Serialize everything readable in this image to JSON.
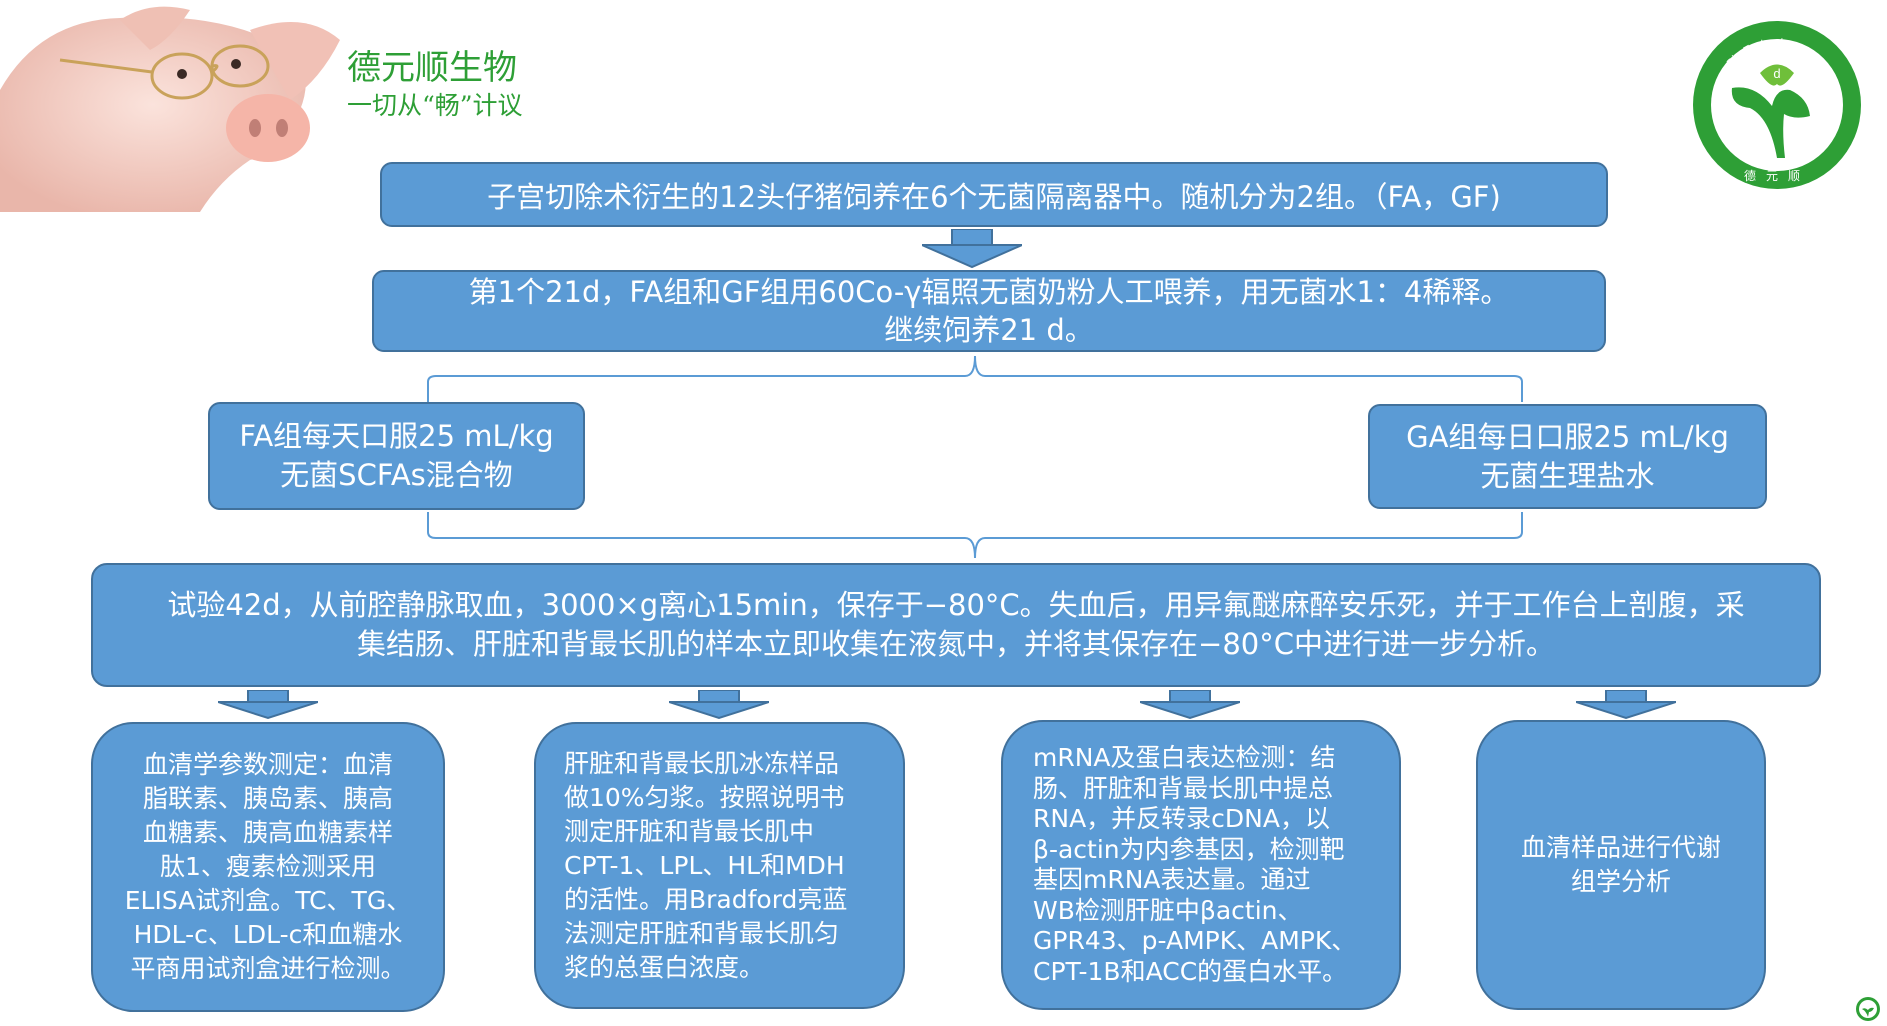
{
  "brand": {
    "name": "德元顺生物",
    "slogan": "一切从“畅”计议",
    "logo_ring_text": "Bio-Technology",
    "logo_bottom_text": "德元顺",
    "logo_letter": "d"
  },
  "colors": {
    "box_fill": "#5b9bd5",
    "box_border": "#41719c",
    "brand_green": "#2e9f36"
  },
  "flow": {
    "step1": "子宫切除术衍生的12头仔猪饲养在6个无菌隔离器中。随机分为2组。（FA，GF)",
    "step2": "第1个21d，FA组和GF组用60Co-γ辐照无菌奶粉人工喂养，用无菌水1：4稀释。\n继续饲养21 d。",
    "branch_left": "FA组每天口服25 mL/kg\n无菌SCFAs混合物",
    "branch_right": "GA组每日口服25 mL/kg\n无菌生理盐水",
    "step3": "试验42d，从前腔静脉取血，3000×g离心15min，保存于−80°C。失血后，用异氟醚麻醉安乐死，并于工作台上剖腹，采\n集结肠、肝脏和背最长肌的样本立即收集在液氮中，并将其保存在−80°C中进行进一步分析。",
    "out1": "血清学参数测定：血清\n脂联素、胰岛素、胰高\n血糖素、胰高血糖素样\n肽1、瘦素检测采用\nELISA试剂盒。TC、TG、\nHDL-c、LDL-c和血糖水\n平商用试剂盒进行检测。",
    "out2": "肝脏和背最长肌冰冻样品\n做10%匀浆。按照说明书\n测定肝脏和背最长肌中\nCPT-1、LPL、HL和MDH\n的活性。用Bradford亮蓝\n法测定肝脏和背最长肌匀\n浆的总蛋白浓度。",
    "out3": "mRNA及蛋白表达检测：结\n肠、肝脏和背最长肌中提总\nRNA，并反转录cDNA，以\nβ-actin为内参基因，检测靶\n基因mRNA表达量。通过\nWB检测肝脏中βactin、\nGPR43、p-AMPK、AMPK、\nCPT-1B和ACC的蛋白水平。",
    "out4": "血清样品进行代谢\n组学分析"
  }
}
